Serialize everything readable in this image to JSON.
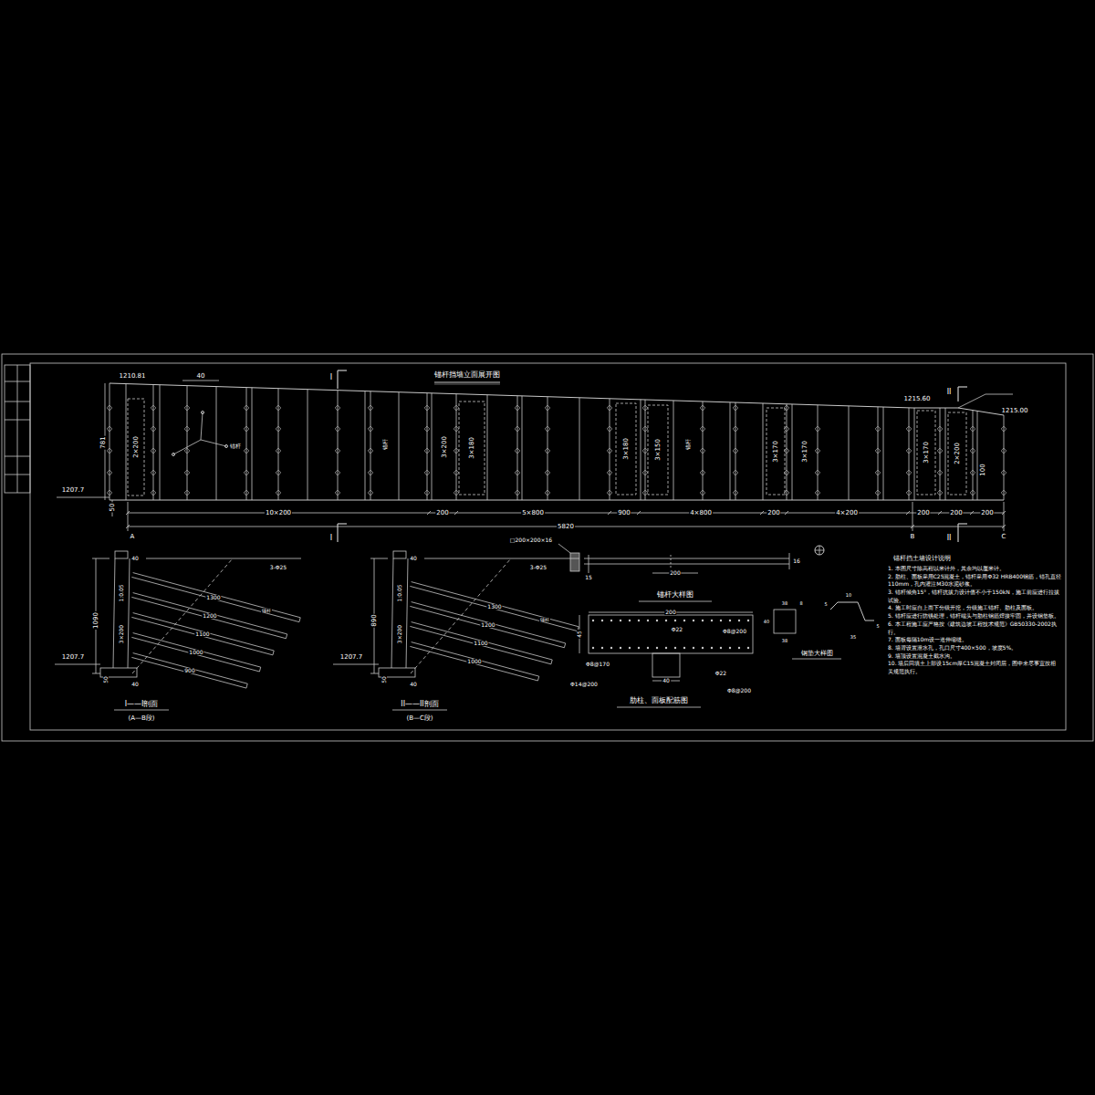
{
  "diagram": {
    "title": "锚杆挡墙立面展开图",
    "labels": [
      "1210.81",
      "40",
      "I",
      "1215.60",
      "II",
      "1215.00",
      "781",
      "1207.7",
      "50",
      "10×200",
      "200",
      "5×800",
      "900",
      "4×800",
      "200",
      "4×200",
      "200",
      "200",
      "200",
      "5820",
      "A",
      "I",
      "B",
      "II",
      "C",
      "2×200",
      "3×200",
      "3×180",
      "3×180",
      "3×150",
      "3×170",
      "3×170",
      "3×170",
      "2×200",
      "100",
      "锚杆",
      "锚杆",
      "锚杆",
      "□200×200×16",
      "15",
      "200",
      "16",
      "锚杆大样图",
      "200",
      "Φ22",
      "Φ8@200",
      "45",
      "Φ8@170",
      "Φ22",
      "Φ14@200",
      "40",
      "Φ8@200",
      "肋柱、面板配筋图",
      "钢垫大样图",
      "38",
      "8",
      "40",
      "38",
      "10",
      "5",
      "5",
      "35",
      "40",
      "3-Φ25",
      "1:0.05",
      "3×200",
      "1090",
      "1300",
      "锚杆",
      "1200",
      "1100",
      "1000",
      "900",
      "1207.7",
      "50",
      "40",
      "I——I剖面",
      "(A—B段)",
      "40",
      "3-Φ25",
      "1:0.05",
      "3×200",
      "890",
      "1300",
      "锚杆",
      "1200",
      "1100",
      "1000",
      "1207.7",
      "50",
      "40",
      "II——II剖面",
      "(B—C段)",
      "锚杆挡土墙设计说明",
      "1. 本图尺寸除高程以米计外，其余均以厘米计。",
      "2. 肋柱、面板采用C25混凝土，锚杆采用Φ32 HRB400钢筋，锚孔直径110mm，孔内灌注M30水泥砂浆。",
      "3. 锚杆倾角15°，锚杆抗拔力设计值不小于150kN，施工前应进行拉拔试验。",
      "4. 施工时应自上而下分级开挖，分级施工锚杆、肋柱及面板。",
      "5. 锚杆应进行防锈处理，锚杆端头与肋柱钢筋焊接牢固，并设钢垫板。",
      "6. 本工程施工应严格按《建筑边坡工程技术规范》GB50330-2002执行。",
      "7. 面板每隔10m设一道伸缩缝。",
      "8. 墙背设置泄水孔，孔口尺寸400×500，坡度5%。",
      "9. 墙顶设置混凝土截水沟。",
      "10. 墙后回填土上部设15cm厚C15混凝土封闭层，图中未尽事宜按相关规范执行。"
    ]
  }
}
